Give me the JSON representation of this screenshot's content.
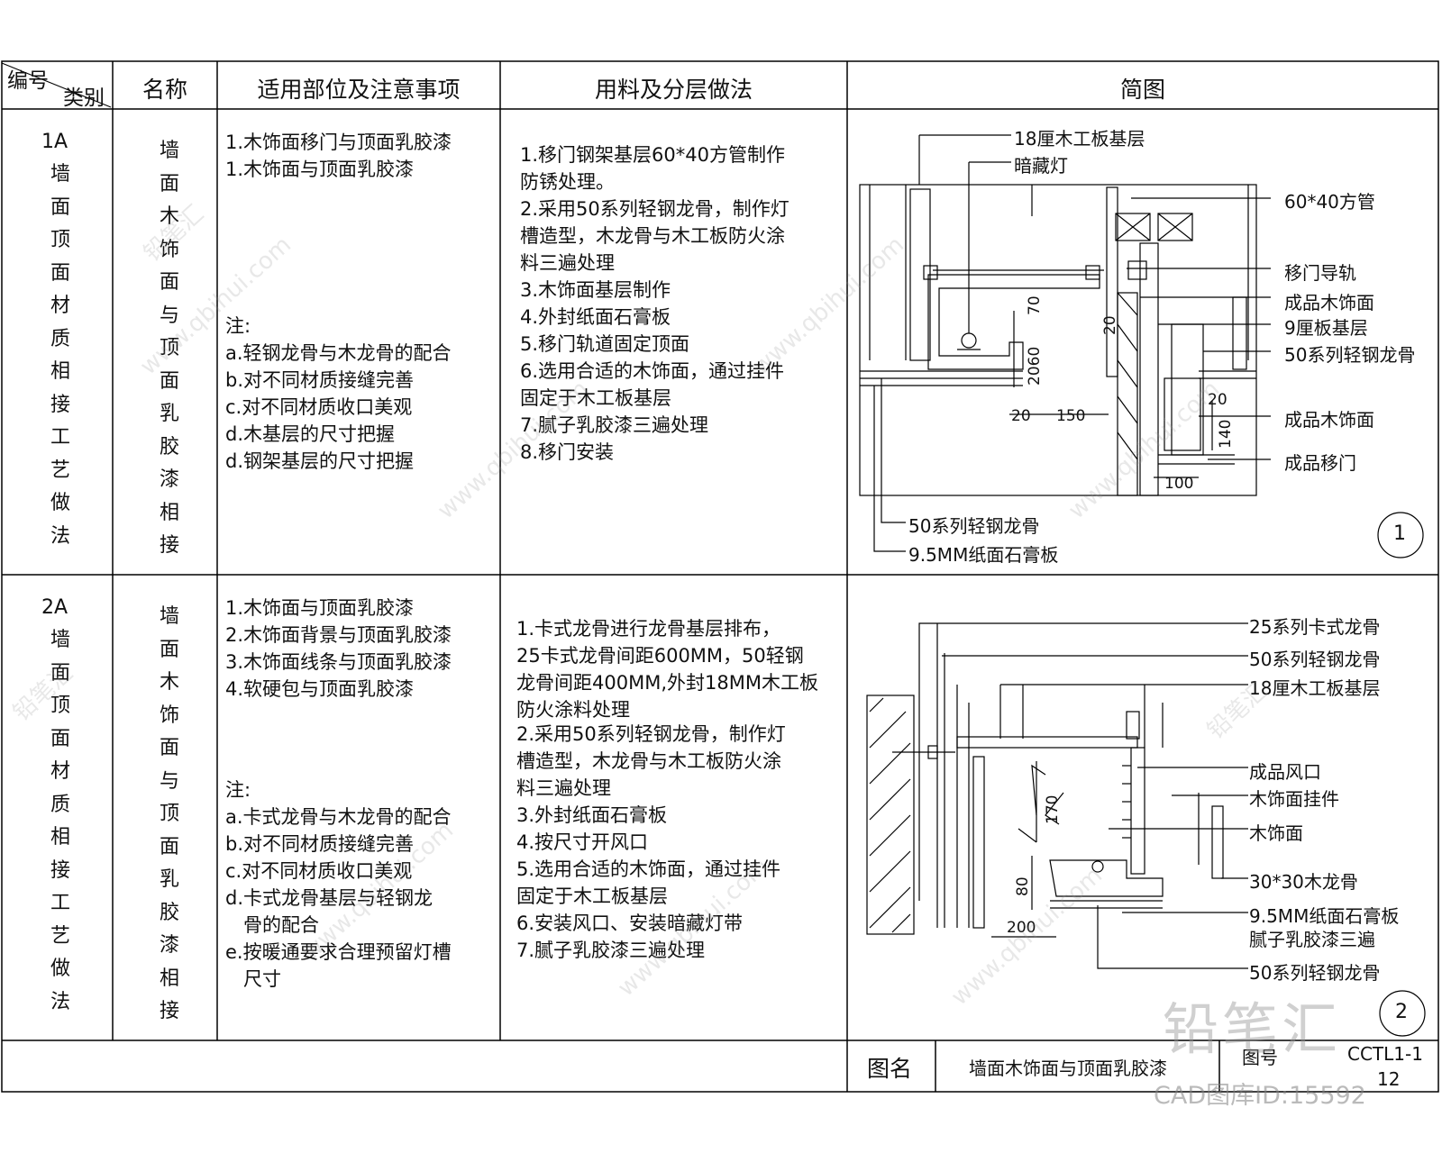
{
  "header": {
    "code": "编号",
    "category": "类别",
    "name": "名称",
    "usage": "适用部位及注意事项",
    "material": "用料及分层做法",
    "sketch": "简图"
  },
  "rows": [
    {
      "code": "1A",
      "category": "墙面顶面材质相接工艺做法",
      "name": "墙面木饰面与顶面乳胶漆相接",
      "usage": "1.木饰面移门与顶面乳胶漆\n1.木饰面与顶面乳胶漆",
      "notes": "注:\na.轻钢龙骨与木龙骨的配合\nb.对不同材质接缝完善\nc.对不同材质收口美观\nd.木基层的尺寸把握\nd.钢架基层的尺寸把握",
      "material": "1.移门钢架基层60*40方管制作\n防锈处理。\n2.采用50系列轻钢龙骨，制作灯\n槽造型，木龙骨与木工板防火涂\n料三遍处理\n3.木饰面基层制作\n4.外封纸面石膏板\n5.移门轨道固定顶面\n6.选用合适的木饰面，通过挂件\n固定于木工板基层\n7.腻子乳胶漆三遍处理\n8.移门安装",
      "drawing_no": "1"
    },
    {
      "code": "2A",
      "category": "墙面顶面材质相接工艺做法",
      "name": "墙面木饰面与顶面乳胶漆相接",
      "usage": "1.木饰面与顶面乳胶漆\n2.木饰面背景与顶面乳胶漆\n3.木饰面线条与顶面乳胶漆\n4.软硬包与顶面乳胶漆",
      "notes": "注:\na.卡式龙骨与木龙骨的配合\nb.对不同材质接缝完善\nc.对不同材质收口美观\nd.卡式龙骨基层与轻钢龙\n   骨的配合\ne.按暖通要求合理预留灯槽\n   尺寸",
      "material_a": "1.卡式龙骨进行龙骨基层排布，\n25卡式龙骨间距600MM，50轻钢\n龙骨间距400MM,外封18MM木工板\n防火涂料处理",
      "material_b": "2.采用50系列轻钢龙骨，制作灯\n槽造型，木龙骨与木工板防火涂\n料三遍处理\n3.外封纸面石膏板\n4.按尺寸开风口\n5.选用合适的木饰面，通过挂件\n固定于木工板基层\n6.安装风口、安装暗藏灯带\n7.腻子乳胶漆三遍处理",
      "drawing_no": "2"
    }
  ],
  "sketch1": {
    "labels": [
      "18厘木工板基层",
      "暗藏灯",
      "60*40方管",
      "移门导轨",
      "成品木饰面",
      "9厘板基层",
      "50系列轻钢龙骨",
      "成品木饰面",
      "成品移门",
      "50系列轻钢龙骨",
      "9.5MM纸面石膏板"
    ],
    "dims": [
      "70",
      "20",
      "2060",
      "20",
      "150",
      "20",
      "140",
      "100"
    ]
  },
  "sketch2": {
    "labels": [
      "25系列卡式龙骨",
      "50系列轻钢龙骨",
      "18厘木工板基层",
      "成品风口",
      "木饰面挂件",
      "木饰面",
      "30*30木龙骨",
      "9.5MM纸面石膏板",
      "腻子乳胶漆三遍",
      "50系列轻钢龙骨"
    ],
    "dims": [
      "170",
      "80",
      "200"
    ]
  },
  "footer": {
    "title_label": "图名",
    "title": "墙面木饰面与顶面乳胶漆",
    "no_label": "图号",
    "code": "CCTL1-1",
    "page": "12"
  },
  "watermark": {
    "site": "www.qbihui.com",
    "brand": "铅笔汇",
    "cad_id": "CAD图库ID:15592"
  }
}
